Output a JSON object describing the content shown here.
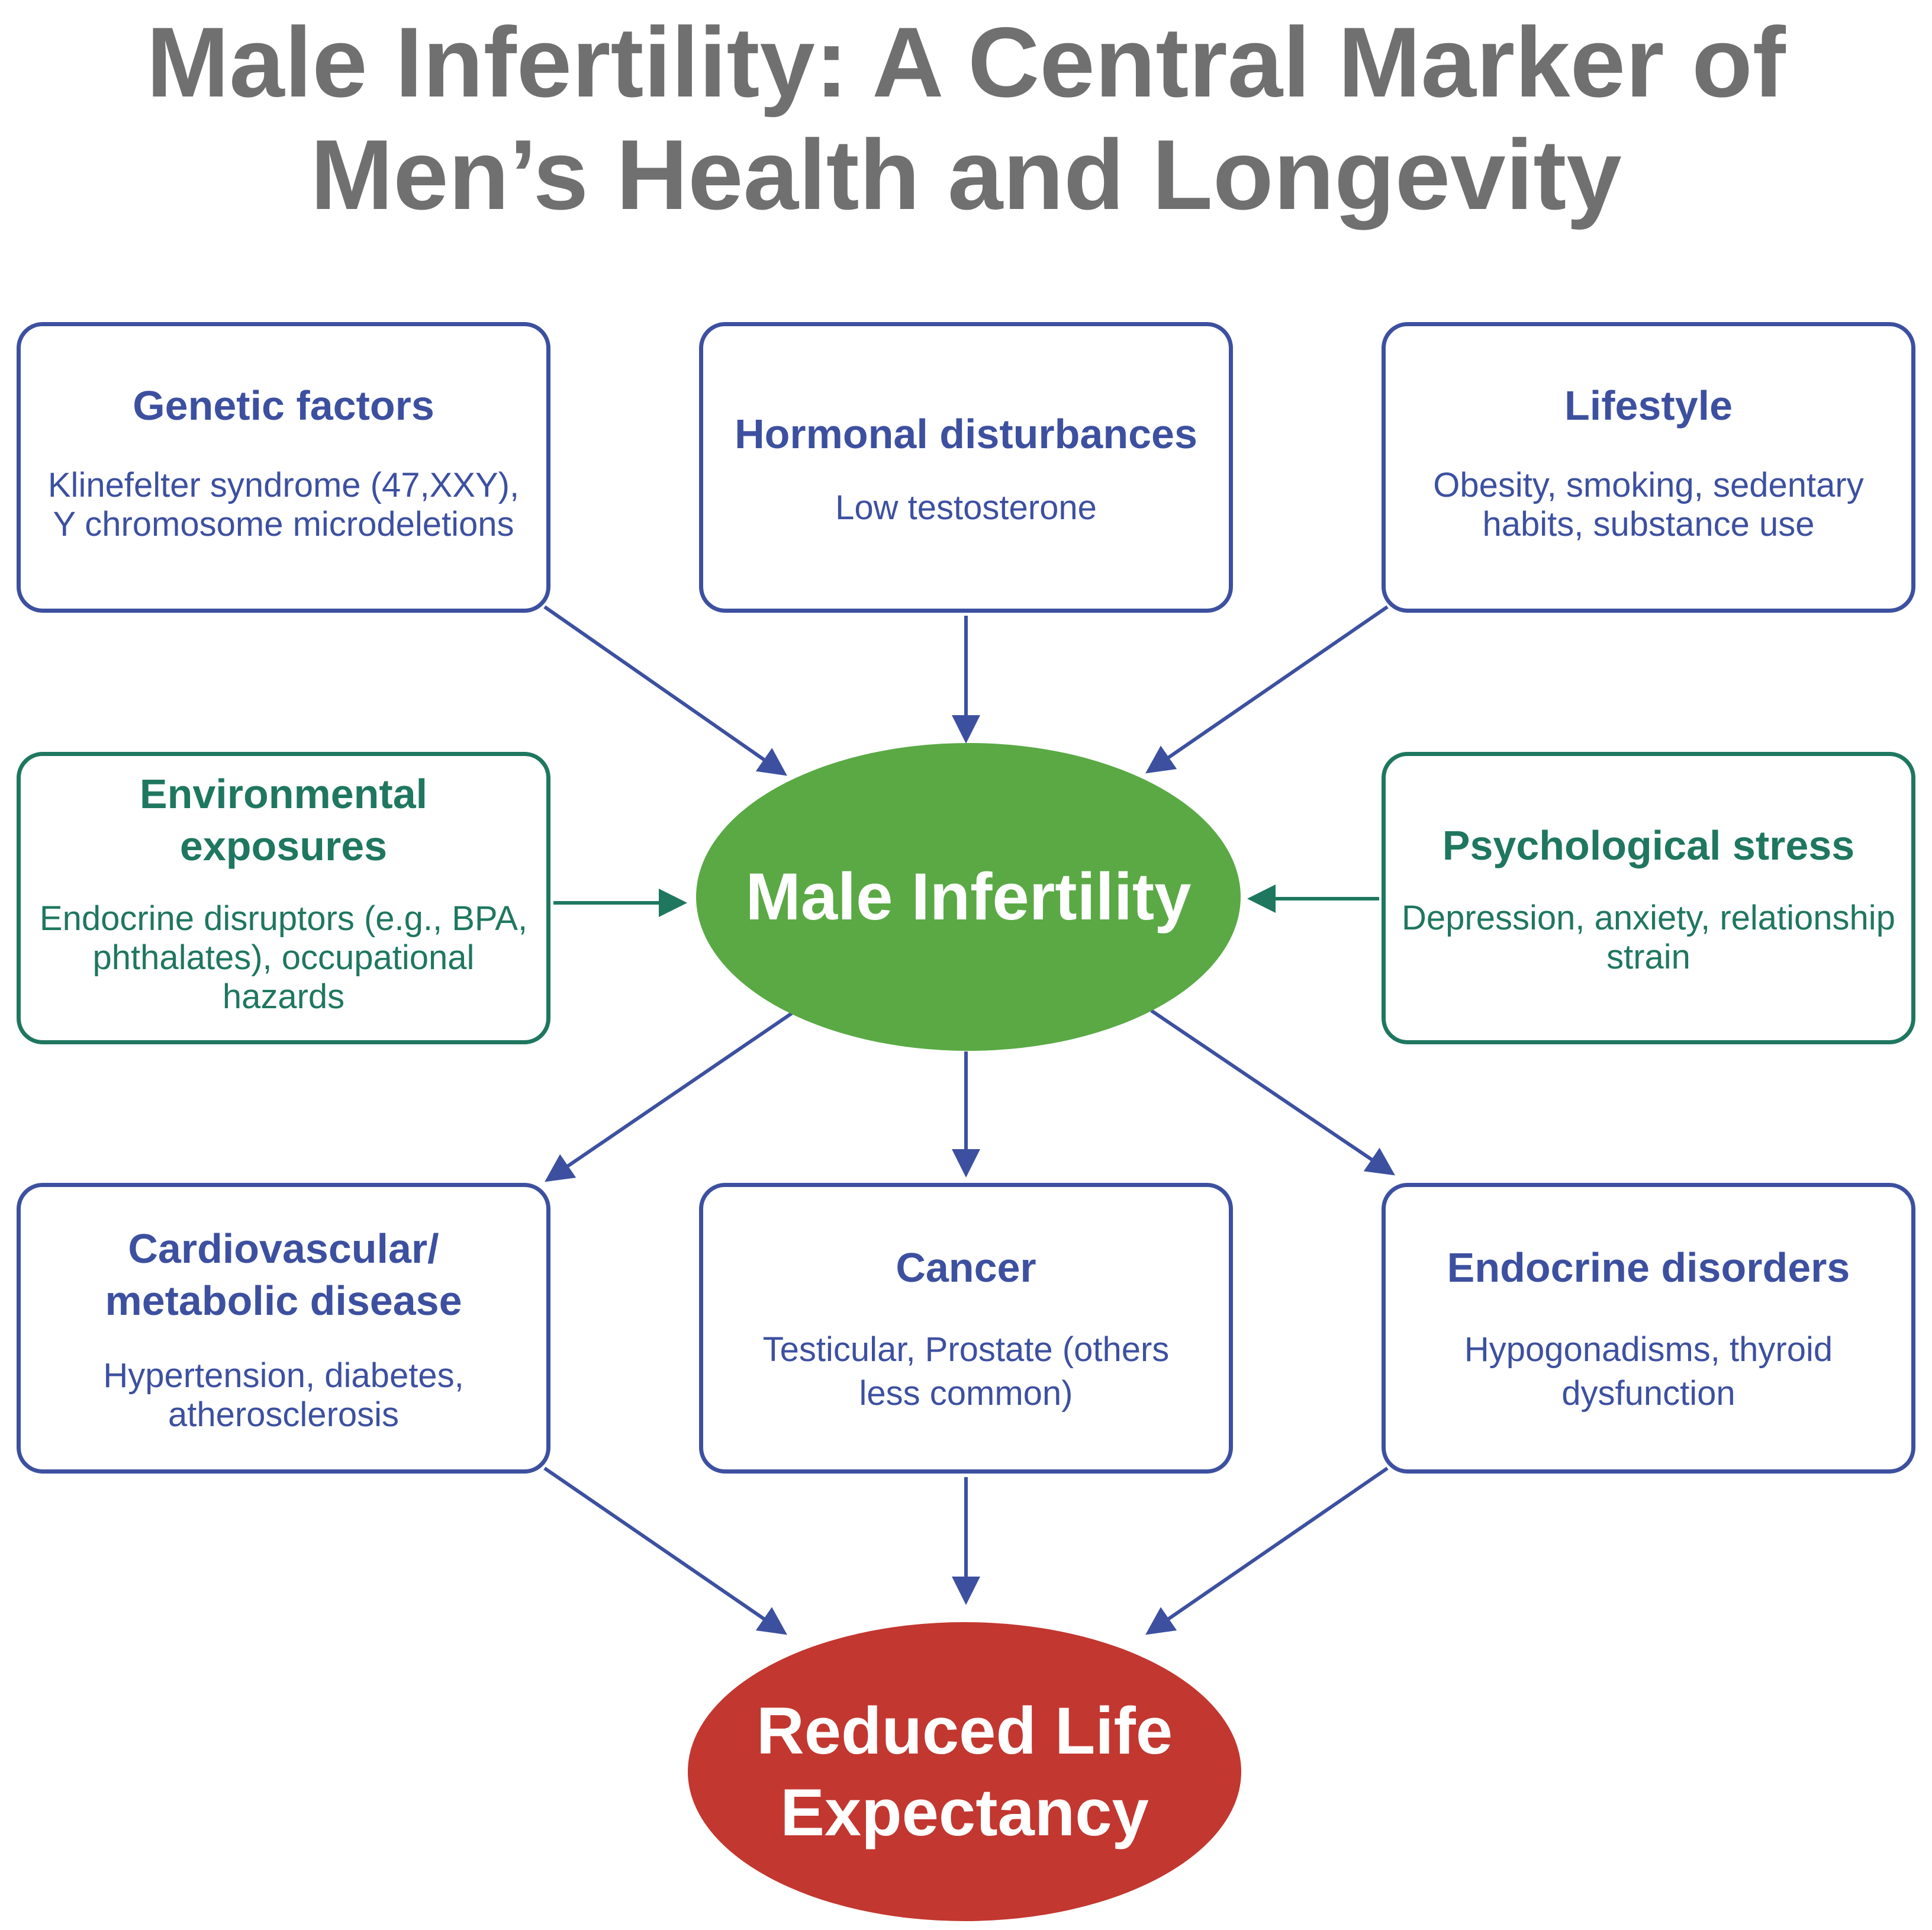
{
  "title": {
    "line1": "Male Infertility: A Central Marker of",
    "line2": "Men’s Health and Longevity"
  },
  "center": {
    "label": "Male Infertility",
    "color": "#5aa945"
  },
  "outcome": {
    "line1": "Reduced Life",
    "line2": "Expectancy",
    "color": "#c23730"
  },
  "causes": {
    "genetic": {
      "title": "Genetic factors",
      "line1": "Klinefelter syndrome (47,XXY),",
      "line2": "Y chromosome microdeletions"
    },
    "hormonal": {
      "title": "Hormonal disturbances",
      "line1": "Low testosterone"
    },
    "lifestyle": {
      "title": "Lifestyle",
      "line1": "Obesity, smoking, sedentary",
      "line2": "habits, substance use"
    },
    "environmental": {
      "title": "Environmental exposures",
      "line1": "Endocrine disruptors (e.g., BPA,",
      "line2": "phthalates), occupational",
      "line3": "hazards"
    },
    "psychological": {
      "title": "Psychological stress",
      "line1": "Depression, anxiety, relationship",
      "line2": "strain"
    }
  },
  "consequences": {
    "cardio": {
      "title_line1": "Cardiovascular/",
      "title_line2": "metabolic disease",
      "line1": "Hypertension, diabetes,",
      "line2": "atherosclerosis"
    },
    "cancer": {
      "title": "Cancer",
      "line1": "Testicular, Prostate (others",
      "line2": "less common)"
    },
    "endocrine": {
      "title": "Endocrine disorders",
      "line1": "Hypogonadisms, thyroid",
      "line2": "dysfunction"
    }
  },
  "colors": {
    "blue": "#3d50a0",
    "teal": "#1f7760",
    "title_gray": "#707070"
  }
}
